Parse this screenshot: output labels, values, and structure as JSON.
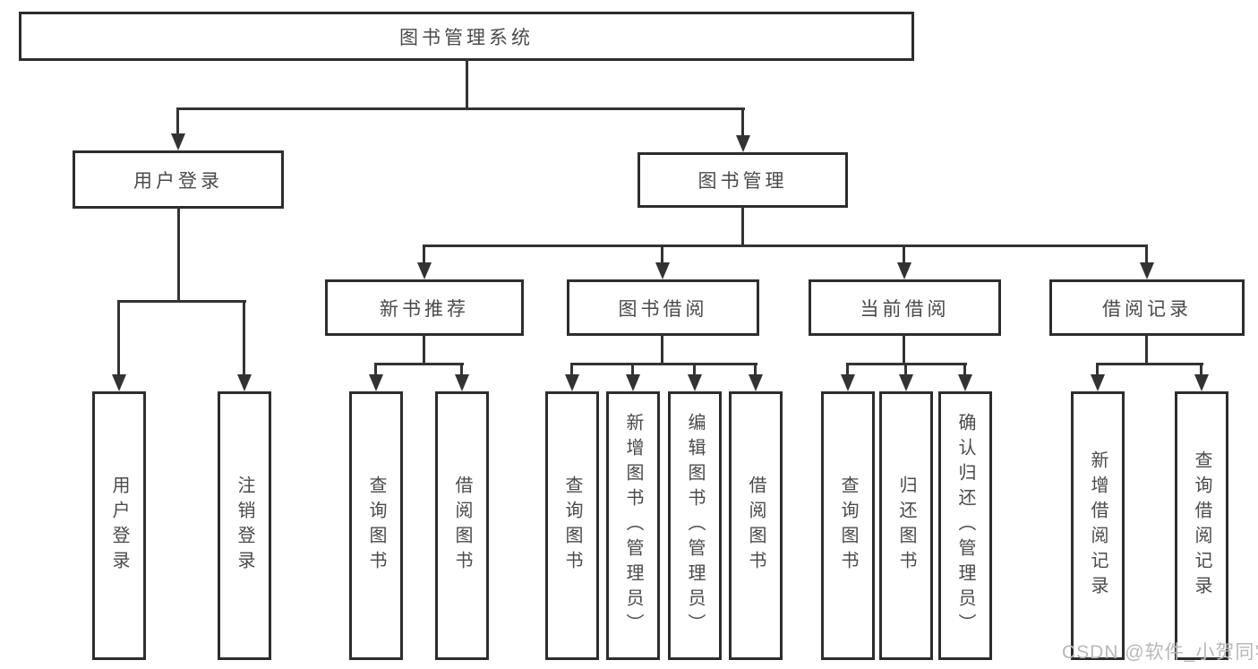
{
  "diagram": {
    "root": {
      "label": "图书管理系统"
    },
    "level2": [
      {
        "label": "用户登录"
      },
      {
        "label": "图书管理"
      }
    ],
    "level3": [
      {
        "label": "新书推荐"
      },
      {
        "label": "图书借阅"
      },
      {
        "label": "当前借阅"
      },
      {
        "label": "借阅记录"
      }
    ],
    "leaves": {
      "login": [
        {
          "label": "用户登录"
        },
        {
          "label": "注销登录"
        }
      ],
      "newbook": [
        {
          "label": "查询图书"
        },
        {
          "label": "借阅图书"
        }
      ],
      "borrow": [
        {
          "label": "查询图书"
        },
        {
          "label": "新增图书（管理员）"
        },
        {
          "label": "编辑图书（管理员）"
        },
        {
          "label": "借阅图书"
        }
      ],
      "current": [
        {
          "label": "查询图书"
        },
        {
          "label": "归还图书"
        },
        {
          "label": "确认归还（管理员）"
        }
      ],
      "records": [
        {
          "label": "新增借阅记录"
        },
        {
          "label": "查询借阅记录"
        }
      ]
    }
  },
  "watermark": {
    "text": "CSDN @软件_小贺同学"
  },
  "colors": {
    "line": "#333333",
    "box_border": "#2d2d2d",
    "text": "#4a4a4a",
    "watermark": "#b8b8b8",
    "background": "#ffffff"
  }
}
